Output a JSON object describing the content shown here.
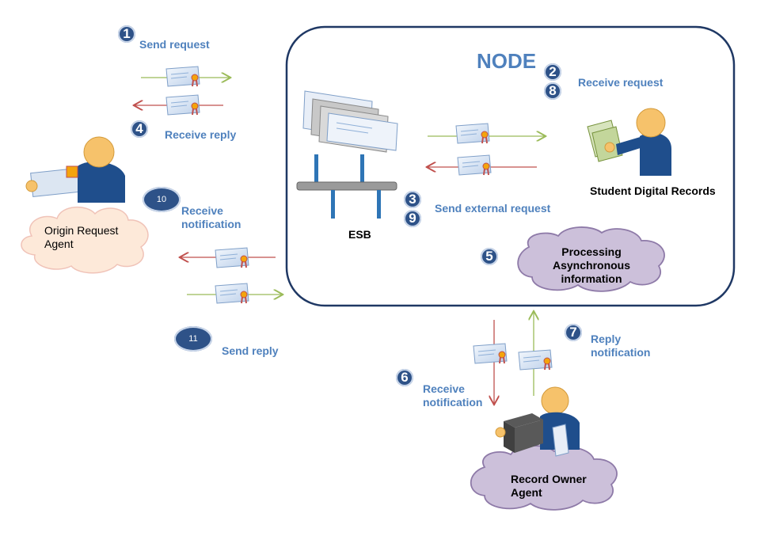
{
  "node_title": "NODE",
  "steps": {
    "s1": "1",
    "s2": "2",
    "s3": "3",
    "s4": "4",
    "s5": "5",
    "s6": "6",
    "s7": "7",
    "s8": "8",
    "s9": "9",
    "s10": "10",
    "s11": "11"
  },
  "labels": {
    "send_request": "Send request",
    "receive_reply": "Receive reply",
    "receive_request": "Receive request",
    "send_external_request": "Send external request",
    "receive_notification_left": "Receive\nnotification",
    "send_reply": "Send reply",
    "reply_notification": "Reply\nnotification",
    "receive_notification_bottom": "Receive\nnotification"
  },
  "actors": {
    "origin_agent": "Origin Request\nAgent",
    "esb": "ESB",
    "student_records": "Student Digital Records",
    "processing": "Processing\nAsynchronous\ninformation",
    "record_owner": "Record Owner\nAgent"
  },
  "colors": {
    "badge": "#2e5288",
    "label": "#4f81bd",
    "node_border": "#1f3864",
    "arrow_green": "#9bbb59",
    "arrow_red": "#c0504d",
    "cloud_pink": "#fde9d9",
    "cloud_purple": "#ccc0da",
    "person_shirt": "#1f4e8c",
    "person_skin": "#f6c26b"
  },
  "icons": [
    "certificate-document-icon",
    "person-icon",
    "server-stack-icon",
    "box-icon",
    "papers-icon"
  ]
}
